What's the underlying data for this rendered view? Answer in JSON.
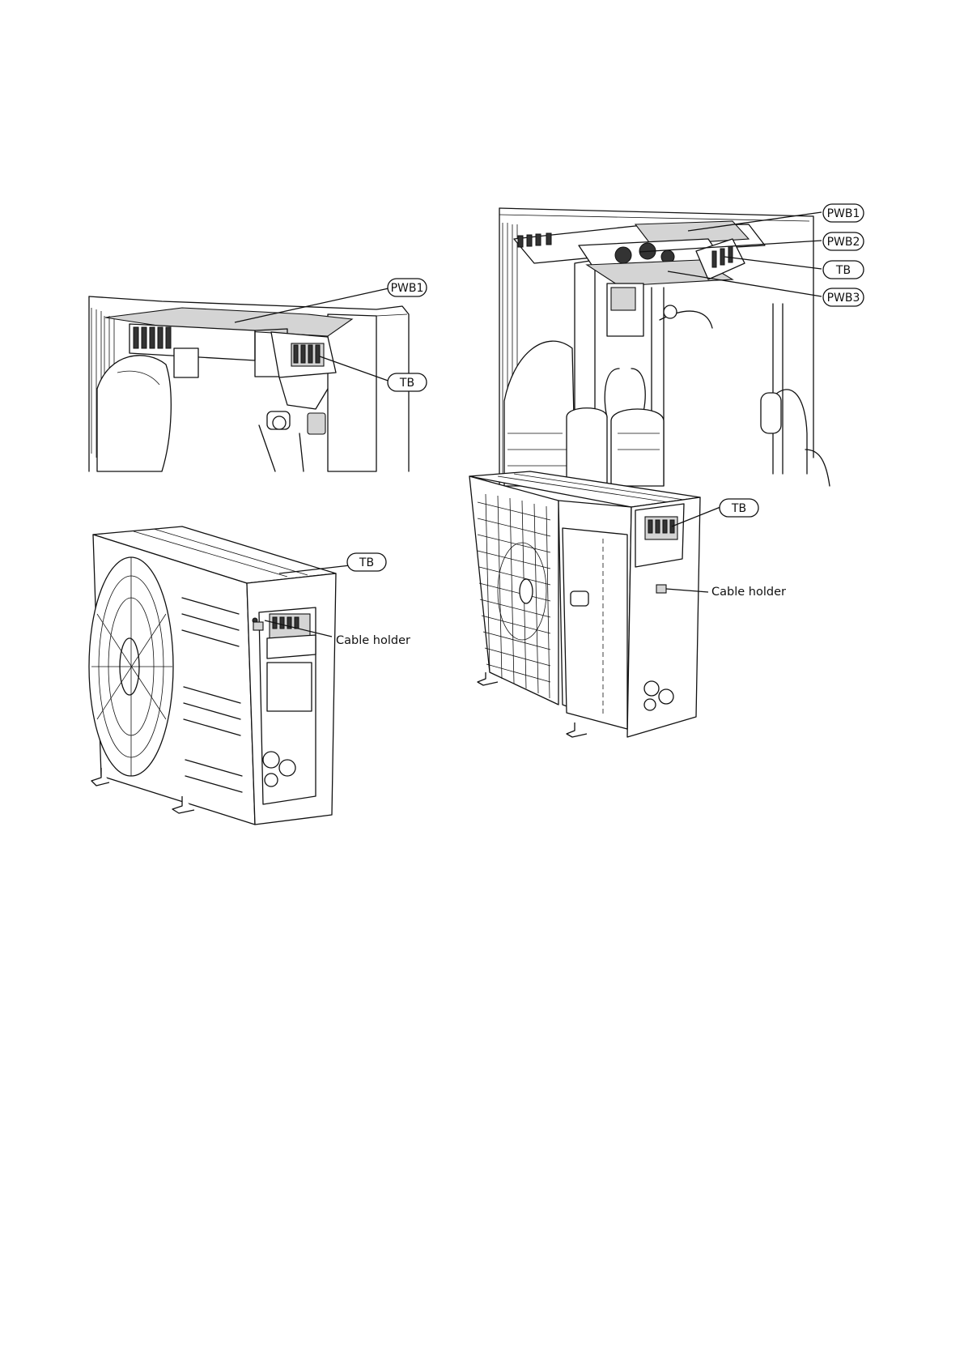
{
  "figures": [
    {
      "labels": {
        "pwb1": "PWB1",
        "tb": "TB"
      }
    },
    {
      "labels": {
        "pwb1": "PWB1",
        "pwb2": "PWB2",
        "tb": "TB",
        "pwb3": "PWB3"
      }
    },
    {
      "labels": {
        "tb": "TB",
        "cable_holder": "Cable holder"
      }
    },
    {
      "labels": {
        "tb": "TB",
        "cable_holder": "Cable holder"
      }
    }
  ]
}
